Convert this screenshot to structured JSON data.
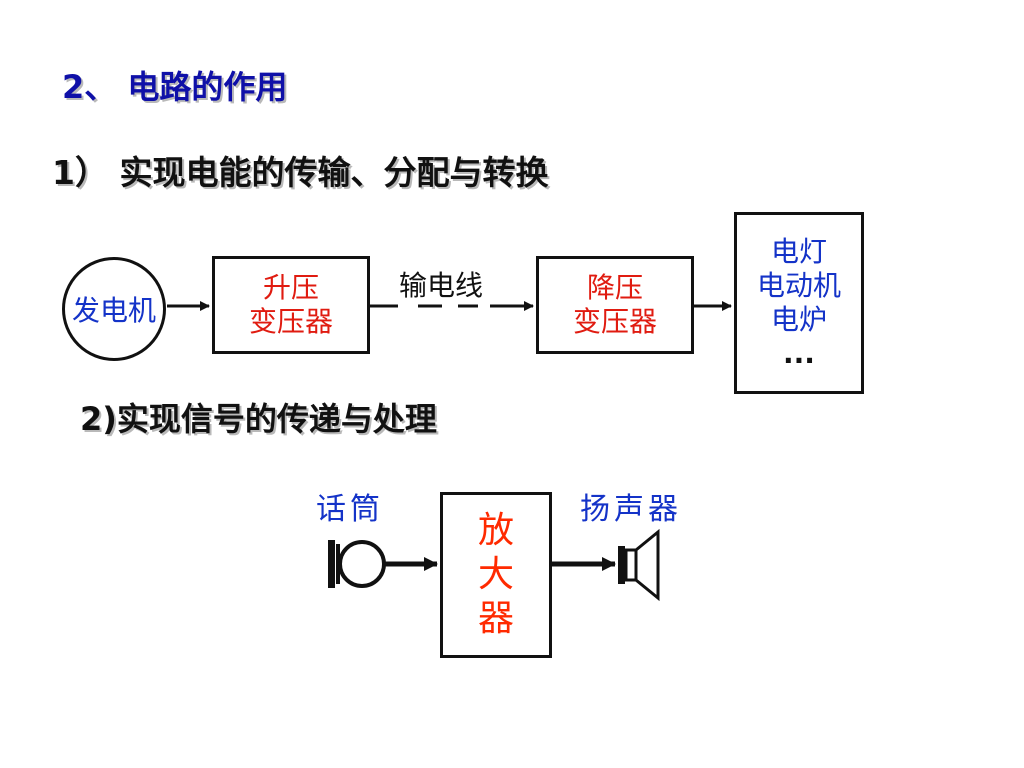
{
  "headings": {
    "main": "2、 电路的作用",
    "sub1": "1） 实现电能的传输、分配与转换",
    "sub2": "2)实现信号的传递与处理"
  },
  "power_diagram": {
    "generator": "发电机",
    "step_up": [
      "升压",
      "变压器"
    ],
    "line_label": "输电线",
    "step_down": [
      "降压",
      "变压器"
    ],
    "loads": [
      "电灯",
      "电动机",
      "电炉",
      "..."
    ]
  },
  "signal_diagram": {
    "mic_label": "话筒",
    "amplifier": [
      "放",
      "大",
      "器"
    ],
    "speaker_label": "扬声器"
  },
  "colors": {
    "heading_blue": "#0f10a8",
    "label_blue": "#1433c8",
    "red": "#e01b10",
    "orange_red": "#ff2a00"
  }
}
